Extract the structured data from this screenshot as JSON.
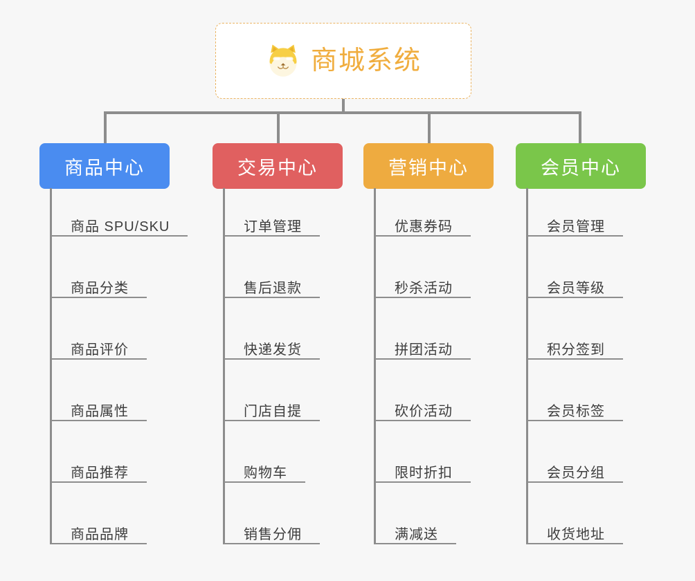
{
  "root": {
    "title": "商城系统",
    "icon": "shiba-dog-icon",
    "border_color": "#eab360",
    "text_color": "#f0ad3e",
    "background": "#ffffff"
  },
  "canvas": {
    "background": "#f7f7f7",
    "connector_color": "#8d8d8d",
    "leaf_text_color": "#3d3d3d"
  },
  "columns": [
    {
      "label": "商品中心",
      "color": "#4a8cf0",
      "items": [
        "商品 SPU/SKU",
        "商品分类",
        "商品评价",
        "商品属性",
        "商品推荐",
        "商品品牌"
      ]
    },
    {
      "label": "交易中心",
      "color": "#e06060",
      "items": [
        "订单管理",
        "售后退款",
        "快递发货",
        "门店自提",
        "购物车",
        "销售分佣"
      ]
    },
    {
      "label": "营销中心",
      "color": "#eeab40",
      "items": [
        "优惠券码",
        "秒杀活动",
        "拼团活动",
        "砍价活动",
        "限时折扣",
        "满减送"
      ]
    },
    {
      "label": "会员中心",
      "color": "#7ac64a",
      "items": [
        "会员管理",
        "会员等级",
        "积分签到",
        "会员标签",
        "会员分组",
        "收货地址"
      ]
    }
  ]
}
